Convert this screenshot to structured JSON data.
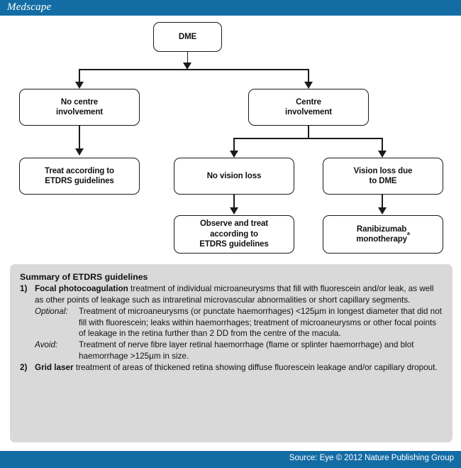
{
  "header": {
    "brand": "Medscape",
    "brand_color": "#136da4"
  },
  "footer": {
    "source": "Source: Eye © 2012 Nature Publishing Group",
    "bar_color": "#136da4"
  },
  "flowchart": {
    "nodes": [
      {
        "id": "dme",
        "label": "DME"
      },
      {
        "id": "no-centre",
        "label": "No centre\ninvolvement"
      },
      {
        "id": "centre",
        "label": "Centre\ninvolvement"
      },
      {
        "id": "treat-etdrs",
        "label": "Treat according to\nETDRS guidelines"
      },
      {
        "id": "no-vision-loss",
        "label": "No vision loss"
      },
      {
        "id": "vision-loss-dme",
        "label": "Vision loss due\nto DME"
      },
      {
        "id": "observe-treat",
        "label": "Observe and treat\naccording to\nETDRS guidelines"
      },
      {
        "id": "ranibizumab",
        "label": "Ranibizumab\nmonotherapy",
        "superscript": "a"
      }
    ]
  },
  "summary": {
    "title": "Summary of ETDRS guidelines",
    "items": [
      {
        "number": "1)",
        "lead": "Focal photocoagulation",
        "text": " treatment of individual microaneurysms that fill with fluorescein and/or leak, as well as other points of leakage such as intraretinal microvascular abnormalities or short capillary segments.",
        "subitems": [
          {
            "label": "Optional:",
            "text": "Treatment of microaneurysms (or punctate haemorrhages) <125µm in longest diameter that did not fill with fluorescein; leaks within haemorrhages; treatment of microaneurysms or other focal points of leakage in the retina further than 2 DD from the centre of the macula."
          },
          {
            "label": "Avoid:",
            "text": "Treatment of nerve fibre layer retinal haemorrhage (flame or splinter haemorrhage) and blot haemorrhage >125µm in size."
          }
        ]
      },
      {
        "number": "2)",
        "lead": "Grid laser",
        "text": " treatment of areas of thickened retina showing diffuse fluorescein leakage and/or capillary dropout.",
        "subitems": []
      }
    ]
  }
}
